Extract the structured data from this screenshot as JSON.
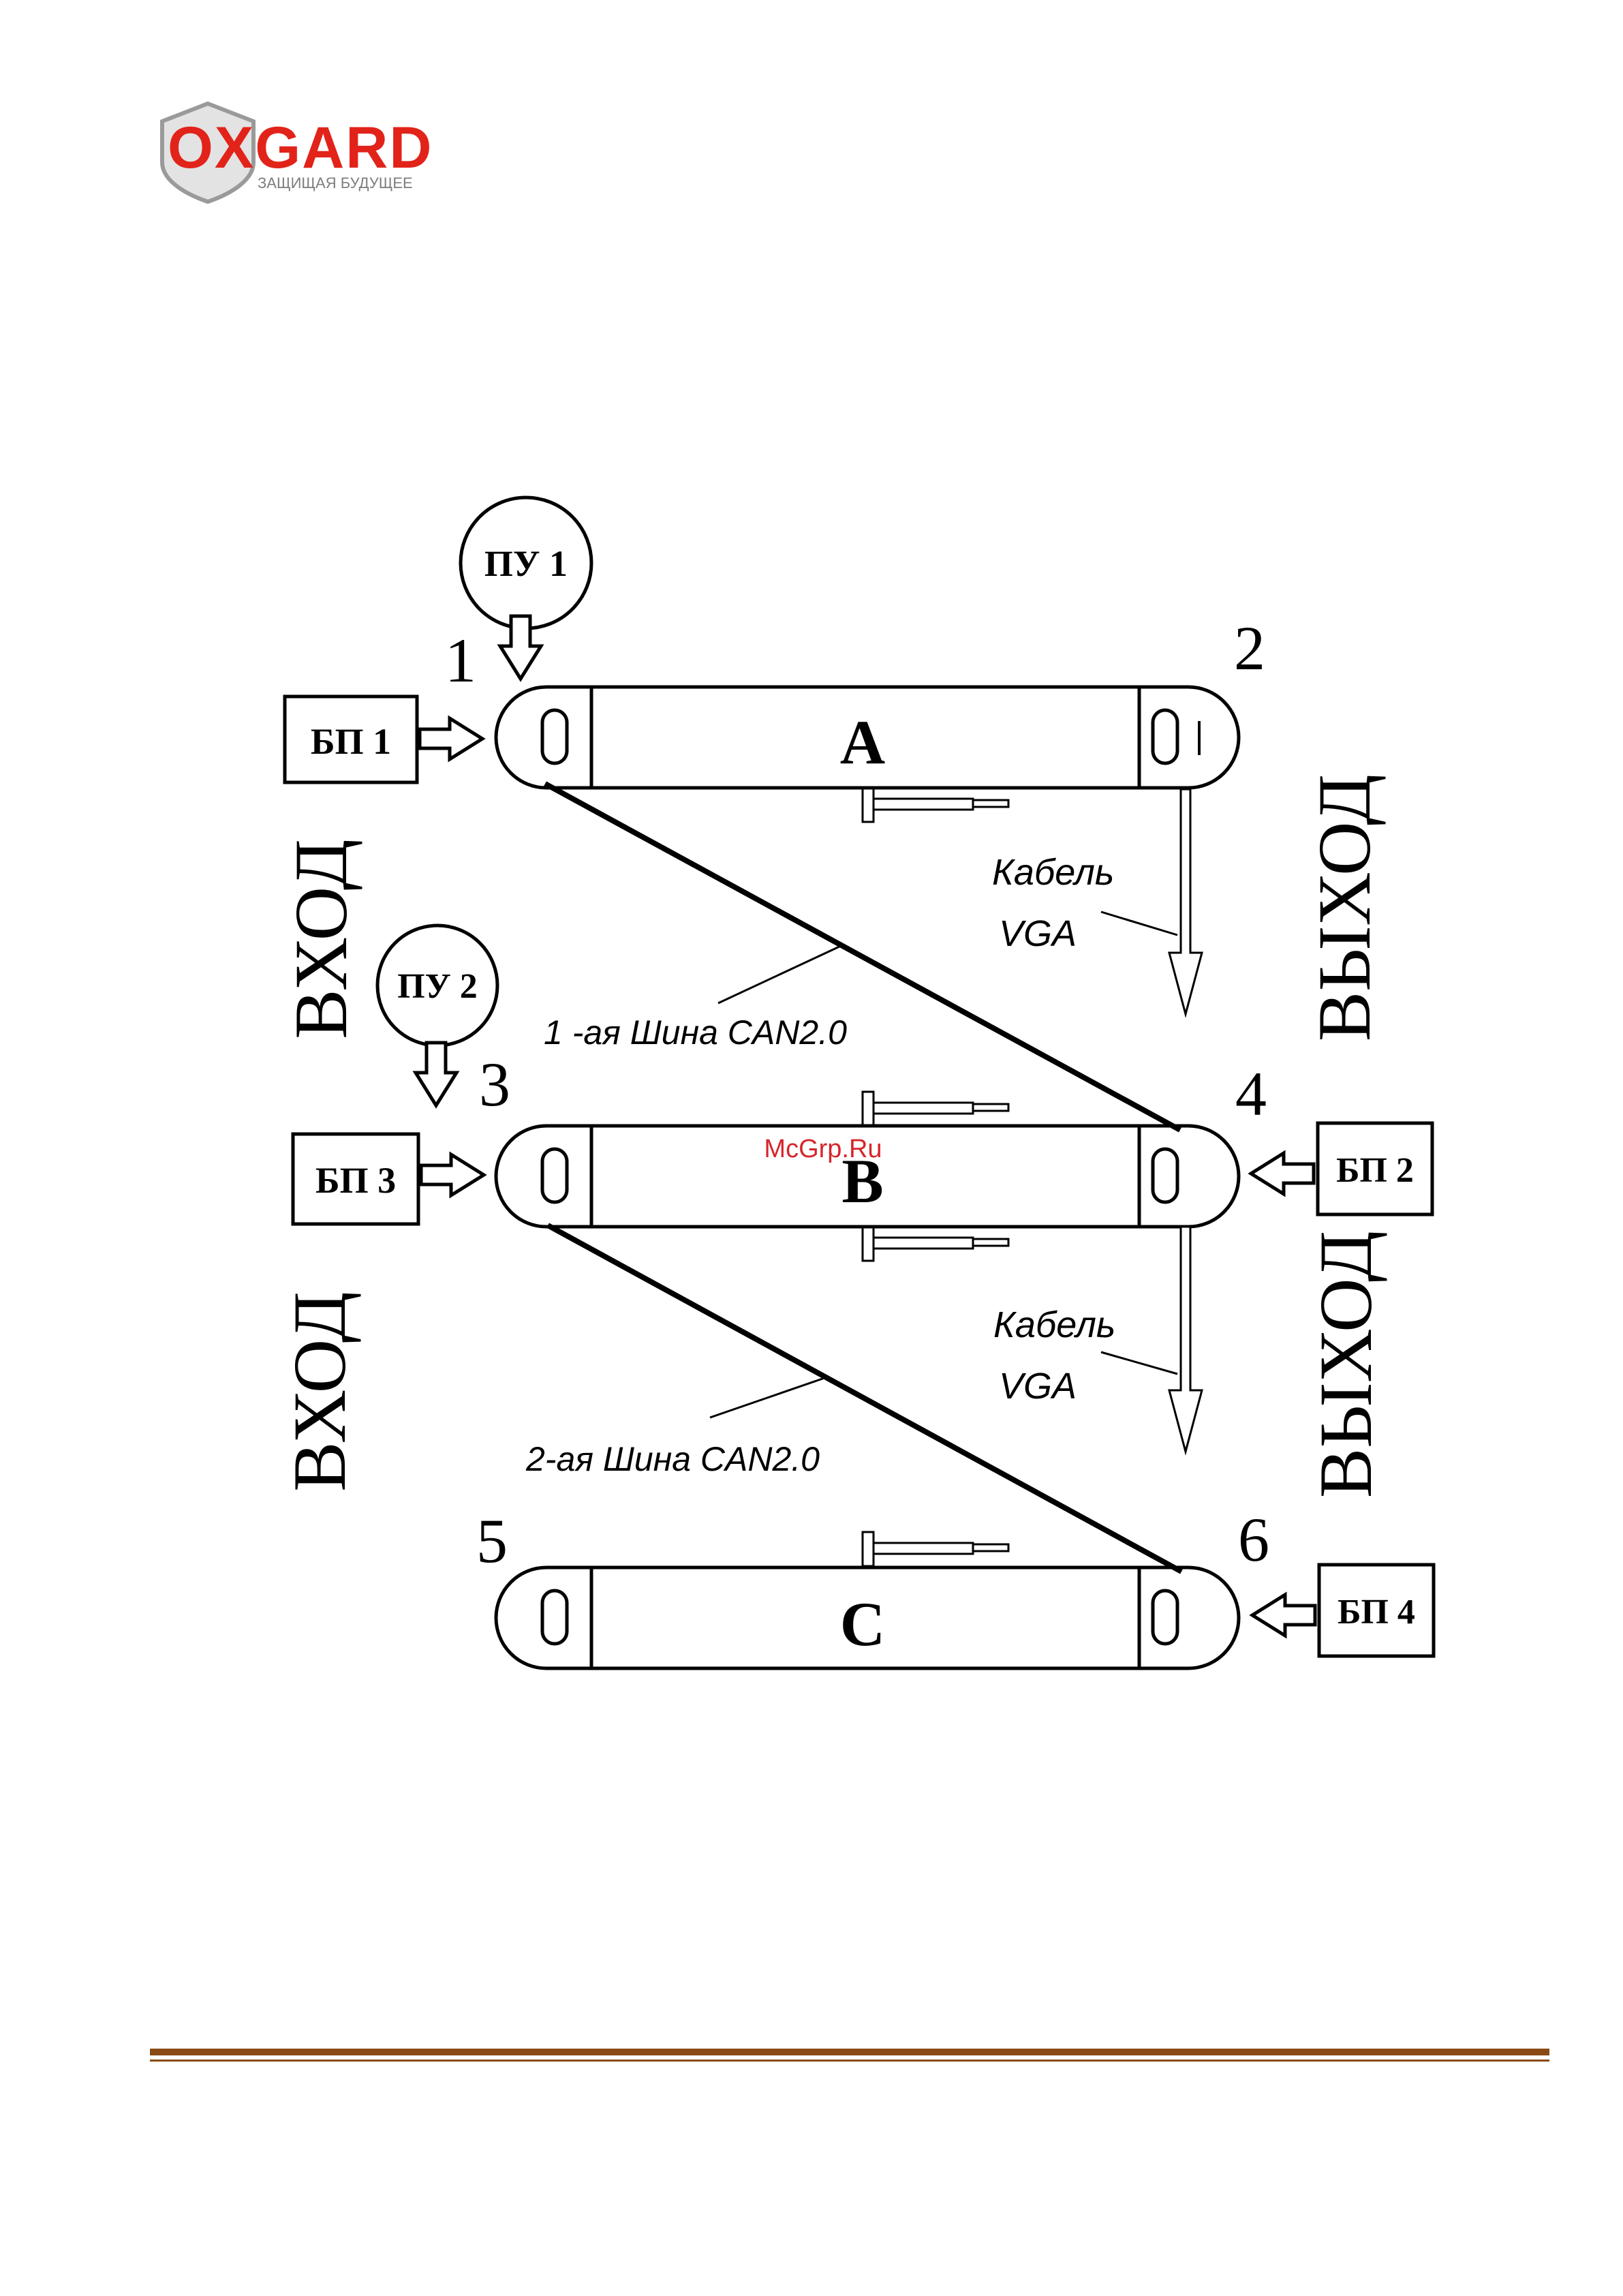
{
  "header": {
    "logo_text": "OXGARD",
    "logo_tagline": "ЗАЩИЩАЯ БУДУЩЕЕ"
  },
  "colors": {
    "logo_red": "#e2231a",
    "logo_grey": "#7d7d7d",
    "line": "#000000",
    "footer_rule": "#8a4a16",
    "watermark": "#d6252b"
  },
  "diagram": {
    "panels": {
      "a": "A",
      "b": "B",
      "c": "C"
    },
    "points": {
      "p1": "1",
      "p2": "2",
      "p3": "3",
      "p4": "4",
      "p5": "5",
      "p6": "6"
    },
    "remotes": {
      "pu1": "ПУ 1",
      "pu2": "ПУ 2"
    },
    "power_supplies": {
      "bp1": "БП 1",
      "bp2": "БП 2",
      "bp3": "БП 3",
      "bp4": "БП 4"
    },
    "side_labels": {
      "input_top": "ВХОД",
      "input_bottom": "ВХОД",
      "output_top": "ВЫХОД",
      "output_bottom": "ВЫХОД"
    },
    "cables": {
      "vga1_line1": "Кабель",
      "vga1_line2": "VGA",
      "vga2_line1": "Кабель",
      "vga2_line2": "VGA",
      "can1": "1 -ая Шина CAN2.0",
      "can2": "2-ая Шина CAN2.0"
    },
    "watermark": "McGrp.Ru"
  }
}
